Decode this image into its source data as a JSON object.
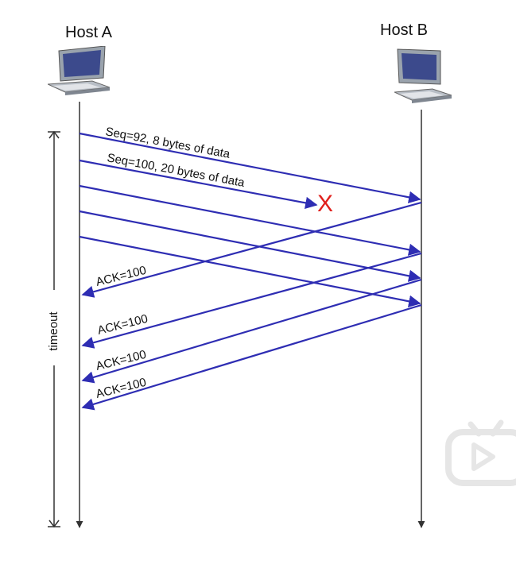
{
  "hosts": {
    "a": "Host A",
    "b": "Host B"
  },
  "timeout_label": "timeout",
  "messages": {
    "seq92": "Seq=92, 8 bytes of data",
    "seq100": "Seq=100, 20 bytes of data",
    "ack1": "ACK=100",
    "ack2": "ACK=100",
    "ack3": "ACK=100",
    "ack4": "ACK=100"
  },
  "loss_marker": "X",
  "colors": {
    "arrow": "#2e2db3",
    "loss": "#e0201c",
    "timeline": "#333333"
  },
  "icons": {
    "host_a": "desktop-computer-icon",
    "host_b": "desktop-computer-icon",
    "watermark": "video-player-icon"
  }
}
